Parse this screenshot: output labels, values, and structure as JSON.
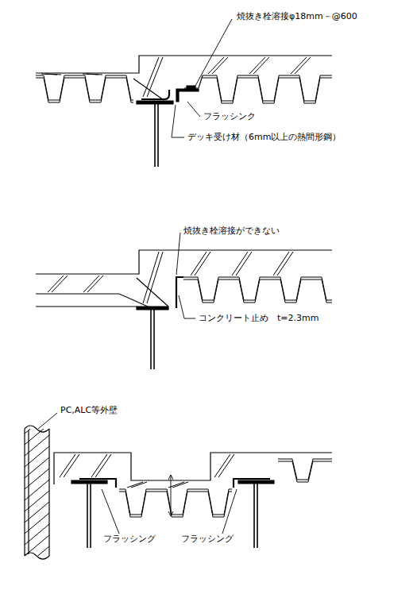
{
  "diagram": {
    "labels": [
      "焼抜き栓溶接φ18mm－@600",
      "フラッシンク",
      "デッキ受け材（6mm以上の熱間形鋼）",
      "焼抜き栓溶接ができない",
      "コンクリート止め　t=2.3mm",
      "PC,ALC等外壁",
      "フラッシング",
      "フラッシング"
    ]
  }
}
